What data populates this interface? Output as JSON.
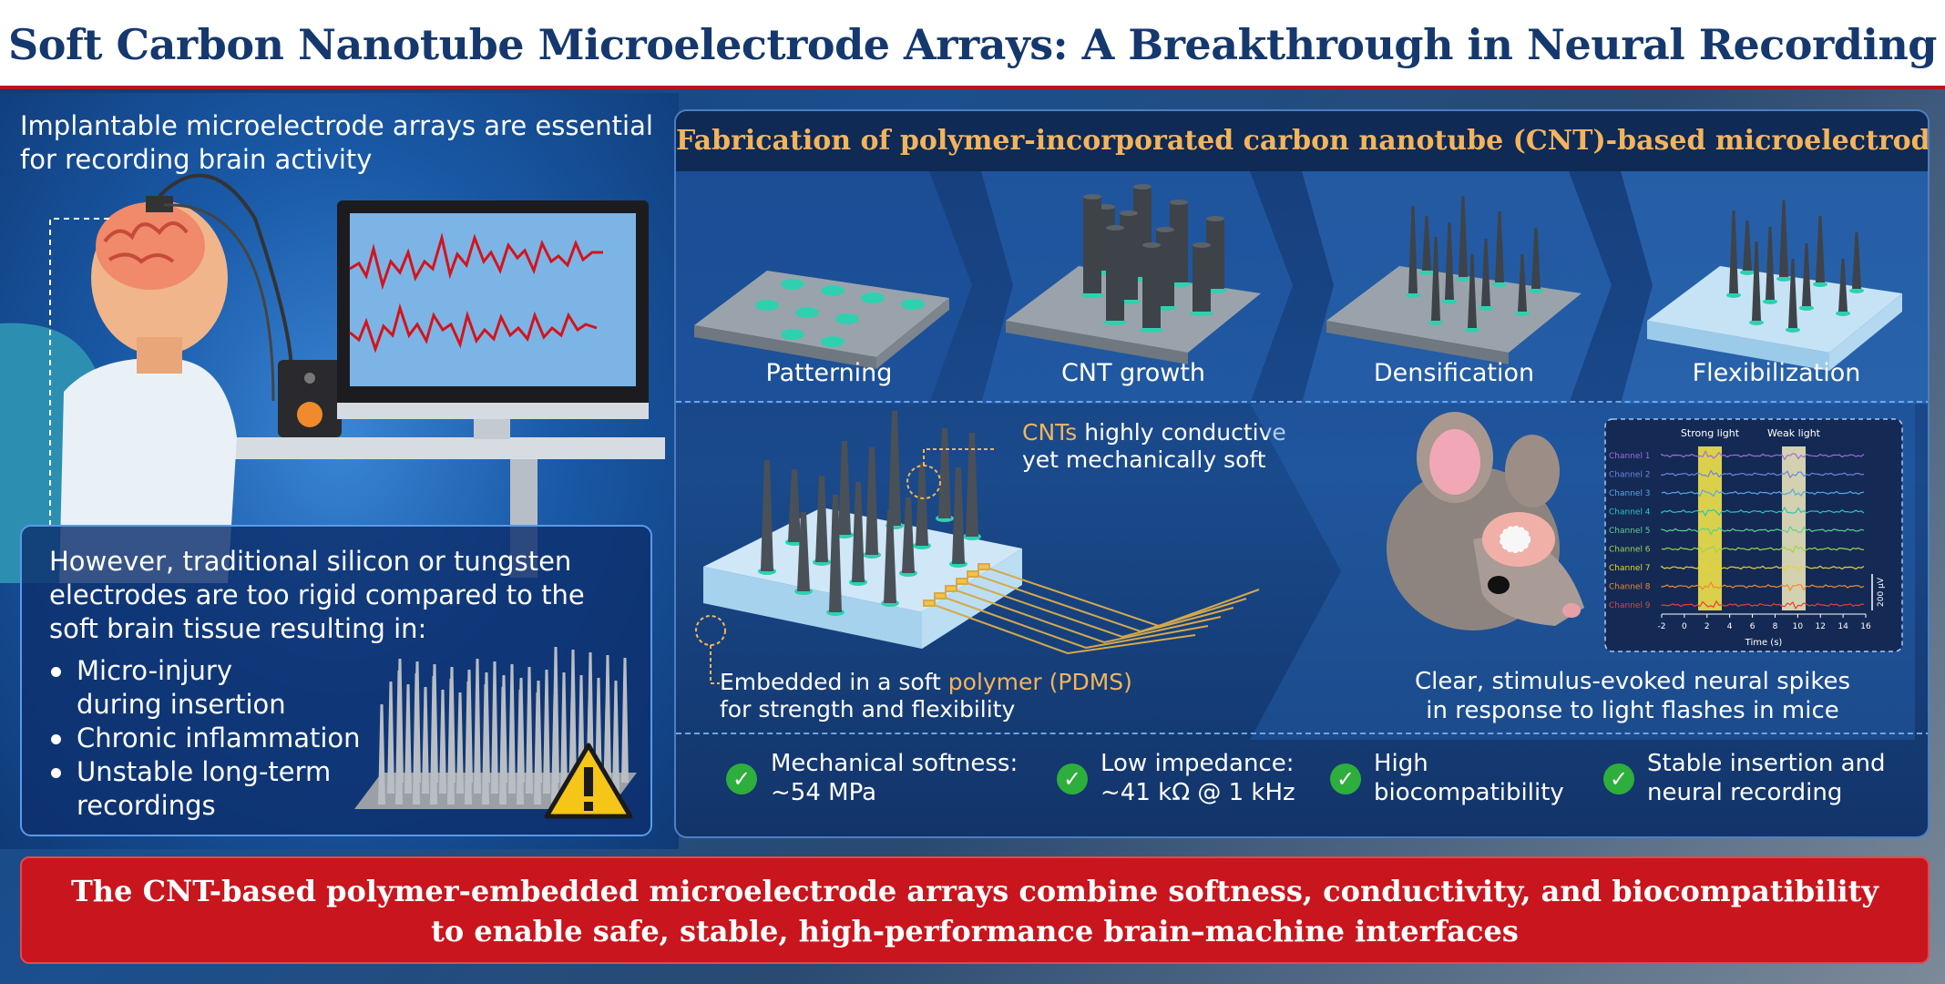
{
  "title": "Soft Carbon Nanotube Microelectrode Arrays: A Breakthrough in Neural Recording",
  "left": {
    "intro": "Implantable microelectrode arrays are essential for recording brain activity",
    "problem": "However, traditional silicon or tungsten electrodes are too rigid compared to the soft brain tissue resulting in:",
    "issues": [
      "Micro-injury during insertion",
      "Chronic inflammation",
      "Unstable long-term recordings"
    ]
  },
  "fabrication": {
    "title": "Fabrication of polymer-incorporated carbon nanotube (CNT)-based microelectrodes",
    "steps": [
      "Patterning",
      "CNT growth",
      "Densification",
      "Flexibilization"
    ]
  },
  "callouts": {
    "cnt_highlight": "CNTs",
    "cnt_rest": "highly conductive",
    "cnt_line2": "yet mechanically soft",
    "embed_prefix": "Embedded in a soft",
    "embed_highlight": "polymer (PDMS)",
    "embed_line2": "for strength and flexibility",
    "mice": "Clear, stimulus-evoked neural spikes in response to light flashes in mice"
  },
  "recording": {
    "strong": "Strong light",
    "weak": "Weak light",
    "channels": [
      "Channel 1",
      "Channel 2",
      "Channel 3",
      "Channel 4",
      "Channel 5",
      "Channel 6",
      "Channel 7",
      "Channel 8",
      "Channel 9"
    ],
    "channel_colors": [
      "#a06cd5",
      "#6b86d8",
      "#5aa7e0",
      "#2ec4b6",
      "#5fd08a",
      "#9bd44f",
      "#e8d23a",
      "#f08a2c",
      "#e8403a"
    ],
    "ticks": [
      "-2",
      "0",
      "2",
      "4",
      "6",
      "8",
      "10",
      "12",
      "14",
      "16"
    ],
    "xlabel": "Time (s)",
    "scale": "200 μV"
  },
  "features": [
    {
      "line1": "Mechanical softness:",
      "line2": "~54 MPa"
    },
    {
      "line1": "Low impedance:",
      "line2": "~41 kΩ @ 1 kHz"
    },
    {
      "line1": "High",
      "line2": "biocompatibility"
    },
    {
      "line1": "Stable insertion and",
      "line2": "neural recording"
    }
  ],
  "conclusion": {
    "line1": "The CNT-based polymer-embedded microelectrode arrays combine softness, conductivity, and biocompatibility",
    "line2": "to enable safe, stable, high-performance brain–machine interfaces"
  },
  "colors": {
    "header_text": "#15386e",
    "accent_red": "#c9151d",
    "accent_orange": "#f3b45c",
    "check_green": "#2eae3c"
  },
  "icons": [
    "brain-icon",
    "monitor-icon",
    "warning-icon",
    "check-icon",
    "mouse-icon"
  ]
}
